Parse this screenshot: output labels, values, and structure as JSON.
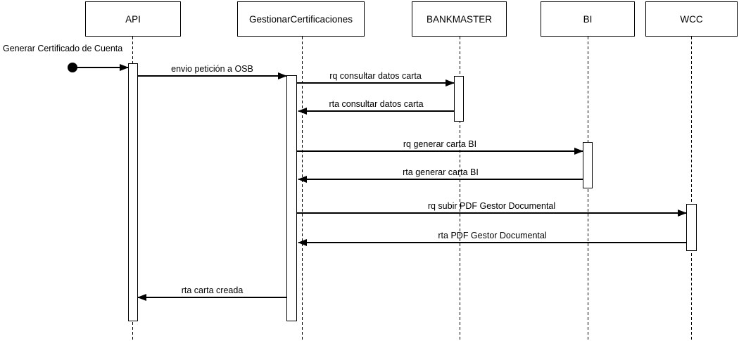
{
  "colors": {
    "stroke": "#000000",
    "shape_fill": "#ffffff",
    "text": "#000000",
    "background": "#ffffff"
  },
  "diagram": {
    "type": "uml-sequence",
    "start": {
      "label": "Generar Certificado de Cuenta",
      "target": "API"
    },
    "actors": [
      {
        "id": "api",
        "label": "API"
      },
      {
        "id": "gestionar-certificaciones",
        "label": "GestionarCertificaciones"
      },
      {
        "id": "bankmaster",
        "label": "BANKMASTER"
      },
      {
        "id": "bi",
        "label": "BI"
      },
      {
        "id": "wcc",
        "label": "WCC"
      }
    ],
    "messages": [
      {
        "from": "API",
        "to": "GestionarCertificaciones",
        "direction": "right",
        "label": "envio petición a OSB"
      },
      {
        "from": "GestionarCertificaciones",
        "to": "BANKMASTER",
        "direction": "right",
        "label": "rq consultar datos carta"
      },
      {
        "from": "BANKMASTER",
        "to": "GestionarCertificaciones",
        "direction": "left",
        "label": "rta consultar datos carta"
      },
      {
        "from": "GestionarCertificaciones",
        "to": "BI",
        "direction": "right",
        "label": "rq generar carta BI"
      },
      {
        "from": "BI",
        "to": "GestionarCertificaciones",
        "direction": "left",
        "label": "rta generar carta BI"
      },
      {
        "from": "GestionarCertificaciones",
        "to": "WCC",
        "direction": "right",
        "label": "rq subir PDF Gestor Documental"
      },
      {
        "from": "WCC",
        "to": "GestionarCertificaciones",
        "direction": "left",
        "label": "rta PDF Gestor Documental"
      },
      {
        "from": "GestionarCertificaciones",
        "to": "API",
        "direction": "left",
        "label": "rta carta creada"
      }
    ]
  }
}
